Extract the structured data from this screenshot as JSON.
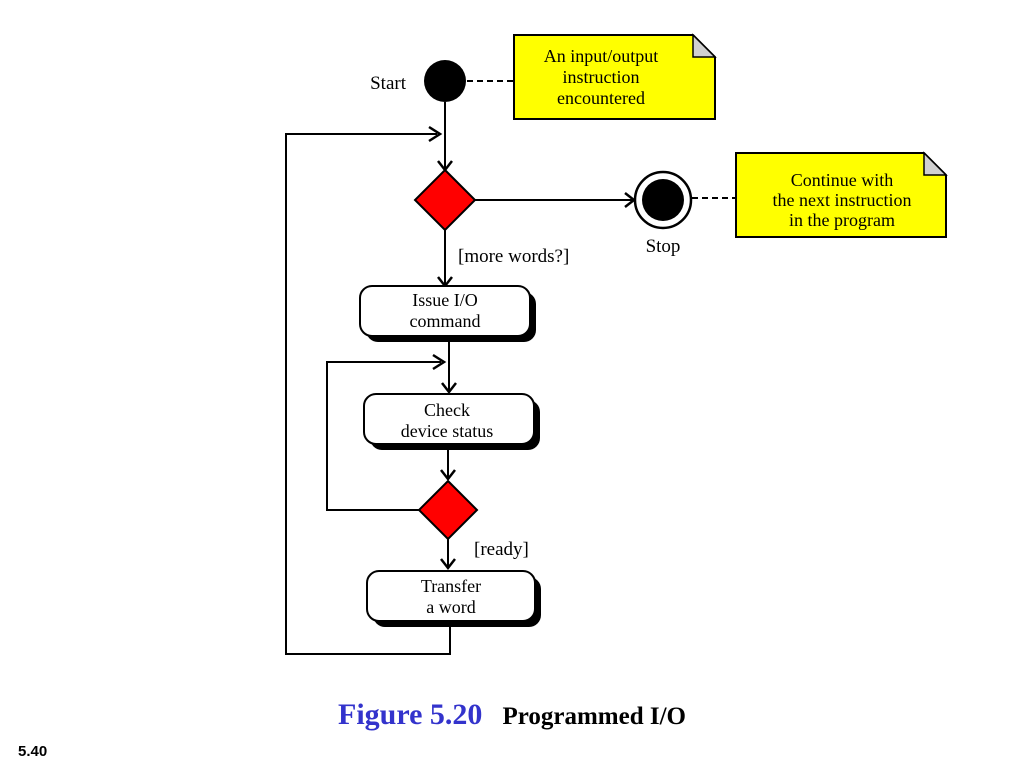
{
  "diagram": {
    "start_label": "Start",
    "stop_label": "Stop",
    "note_start": [
      "An input/output",
      "instruction",
      "encountered"
    ],
    "note_stop": [
      "Continue with",
      "the next instruction",
      "in the program"
    ],
    "guard_more": "[more words?]",
    "guard_ready": "[ready]",
    "action_issue": [
      "Issue I/O",
      "command"
    ],
    "action_check": [
      "Check",
      "device status"
    ],
    "action_transfer": [
      "Transfer",
      "a word"
    ]
  },
  "caption": {
    "number": "Figure 5.20",
    "title": "Programmed I/O"
  },
  "slide_number": "5.40",
  "colors": {
    "decision_fill": "#ff0000",
    "note_fill": "#ffff00",
    "caption_number": "#3333cc"
  }
}
